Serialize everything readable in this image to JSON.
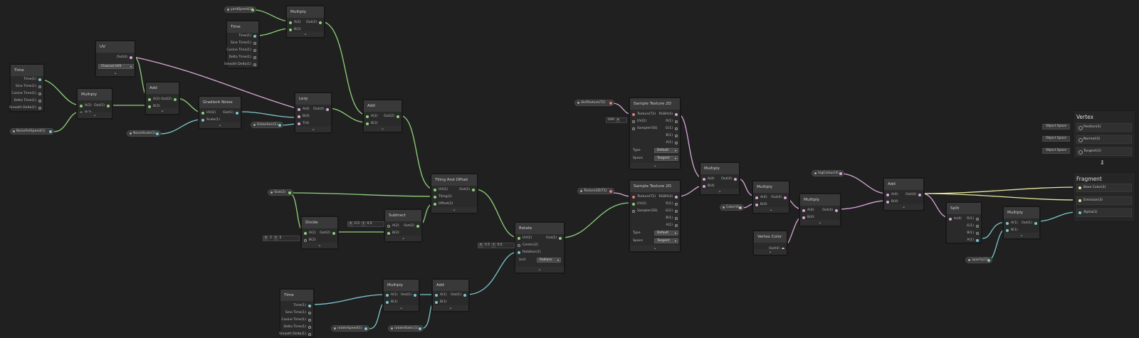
{
  "nodes": {
    "time1": {
      "title": "Time",
      "ports": [
        "Time(1)",
        "Sine Time(1)",
        "Cosine Time(1)",
        "Delta Time(1)",
        "Smooth Delta(1)"
      ]
    },
    "time2": {
      "title": "Time",
      "ports": [
        "Time(1)",
        "Sine Time(1)",
        "Cosine Time(1)",
        "Delta Time(1)",
        "Smooth Delta(1)"
      ]
    },
    "time3": {
      "title": "Time",
      "ports": [
        "Time(1)",
        "Sine Time(1)",
        "Cosine Time(1)",
        "Delta Time(1)",
        "Smooth Delta(1)"
      ]
    },
    "uv": {
      "title": "UV",
      "out": "Out(4)",
      "channel": "Channel  UV0"
    },
    "multiply1": {
      "title": "Multiply",
      "a": "A(2)",
      "b": "B(2)",
      "out": "Out(2)"
    },
    "multiply2": {
      "title": "Multiply",
      "a": "A(2)",
      "b": "B(2)",
      "out": "Out(2)"
    },
    "add1": {
      "title": "Add",
      "a": "A(2)",
      "b": "B(2)",
      "out": "Out(2)"
    },
    "gradientNoise": {
      "title": "Gradient Noise",
      "uv": "UV(2)",
      "scale": "Scale(1)",
      "out": "Out(1)"
    },
    "lerp": {
      "title": "Lerp",
      "a": "A(4)",
      "b": "B(4)",
      "t": "T(4)",
      "out": "Out(4)"
    },
    "add2": {
      "title": "Add",
      "a": "A(2)",
      "b": "B(2)",
      "out": "Out(2)"
    },
    "tiling": {
      "title": "Tiling And Offset",
      "uv": "UV(2)",
      "tiling": "Tiling(2)",
      "offset": "Offset(2)",
      "out": "Out(2)"
    },
    "divide": {
      "title": "Divide",
      "a": "A(2)",
      "b": "B(2)",
      "out": "Out(2)"
    },
    "subtract": {
      "title": "Subtract",
      "a": "A(2)",
      "b": "B(2)",
      "out": "Out(2)"
    },
    "multiply3": {
      "title": "Multiply",
      "a": "A(1)",
      "b": "B(1)",
      "out": "Out(1)"
    },
    "add3": {
      "title": "Add",
      "a": "A(1)",
      "b": "B(1)",
      "out": "Out(1)"
    },
    "rotate": {
      "title": "Rotate",
      "uv": "UV(2)",
      "center": "Center(2)",
      "rotation": "Rotation(1)",
      "out": "Out(2)",
      "unit_label": "Unit",
      "unit_value": "Radians"
    },
    "sample1": {
      "title": "Sample Texture 2D",
      "texture": "Texture(T2)",
      "uv": "UV(2)",
      "sampler": "Sampler(SS)",
      "outs": [
        "RGBA(4)",
        "R(1)",
        "G(1)",
        "B(1)",
        "A(1)"
      ],
      "type_label": "Type",
      "type_value": "Default",
      "space_label": "Space",
      "space_value": "Tangent"
    },
    "sample2": {
      "title": "Sample Texture 2D",
      "texture": "Texture(T2)",
      "uv": "UV(2)",
      "sampler": "Sampler(SS)",
      "outs": [
        "RGBA(4)",
        "R(1)",
        "G(1)",
        "B(1)",
        "A(1)"
      ],
      "type_label": "Type",
      "type_value": "Default",
      "space_label": "Space",
      "space_value": "Tangent"
    },
    "multiply4": {
      "title": "Multiply",
      "a": "A(4)",
      "b": "B(4)",
      "out": "Out(4)"
    },
    "multiply5": {
      "title": "Multiply",
      "a": "A(4)",
      "b": "B(4)",
      "out": "Out(4)"
    },
    "multiply6": {
      "title": "Multiply",
      "a": "A(4)",
      "b": "B(4)",
      "out": "Out(4)"
    },
    "vertexColor": {
      "title": "Vertex Color",
      "out": "Out(4)"
    },
    "add4": {
      "title": "Add",
      "a": "A(4)",
      "b": "B(4)",
      "out": "Out(4)"
    },
    "split": {
      "title": "Split",
      "in": "In(4)",
      "outs": [
        "R(1)",
        "G(1)",
        "B(1)",
        "A(1)"
      ]
    },
    "multiply7": {
      "title": "Multiply",
      "a": "A(1)",
      "b": "B(1)",
      "out": "Out(1)"
    }
  },
  "properties": {
    "yardSpeed": "yardSpeed(2)",
    "noiseSpeed": "NoiseFetSpeed(1)",
    "noiseScale": "NoiseScale(1)",
    "distortion": "Distortion(1)",
    "size": "Size(2)",
    "rotateSpeed": "rotateSpeed(1)",
    "rotateStatic": "rotateStatic(1)",
    "distTexture": "distTexture(T2)",
    "texture": "Texture2D(T1)",
    "color": "Color(4)",
    "tagColour": "tagColour(4)",
    "opacity": "opacity(1)"
  },
  "inputs": {
    "divideB": {
      "x_key": "X",
      "x_val": "2",
      "y_key": "Y",
      "y_val": "2"
    },
    "subtractA": {
      "x_key": "X",
      "x_val": "0.5",
      "y_key": "Y",
      "y_val": "0.5"
    },
    "rotateCenter": {
      "x_key": "X",
      "x_val": "0.5",
      "y_key": "Y",
      "y_val": "0.5"
    },
    "uvSample": "UV0"
  },
  "master": {
    "vertex": {
      "title": "Vertex",
      "ports": [
        "Position(3)",
        "Normal(3)",
        "Tangent(3)"
      ],
      "space_labels": [
        "Object Space",
        "Object Space",
        "Object Space"
      ]
    },
    "fragment": {
      "title": "Fragment",
      "ports": [
        "Base Color(3)",
        "Emission(3)",
        "Alpha(1)"
      ]
    }
  },
  "colors": {
    "background": "#202020",
    "float": "#7cc7d0",
    "vector2": "#8ed27a",
    "vector4": "#d8a8d8",
    "vector3": "#e6e6a0"
  }
}
